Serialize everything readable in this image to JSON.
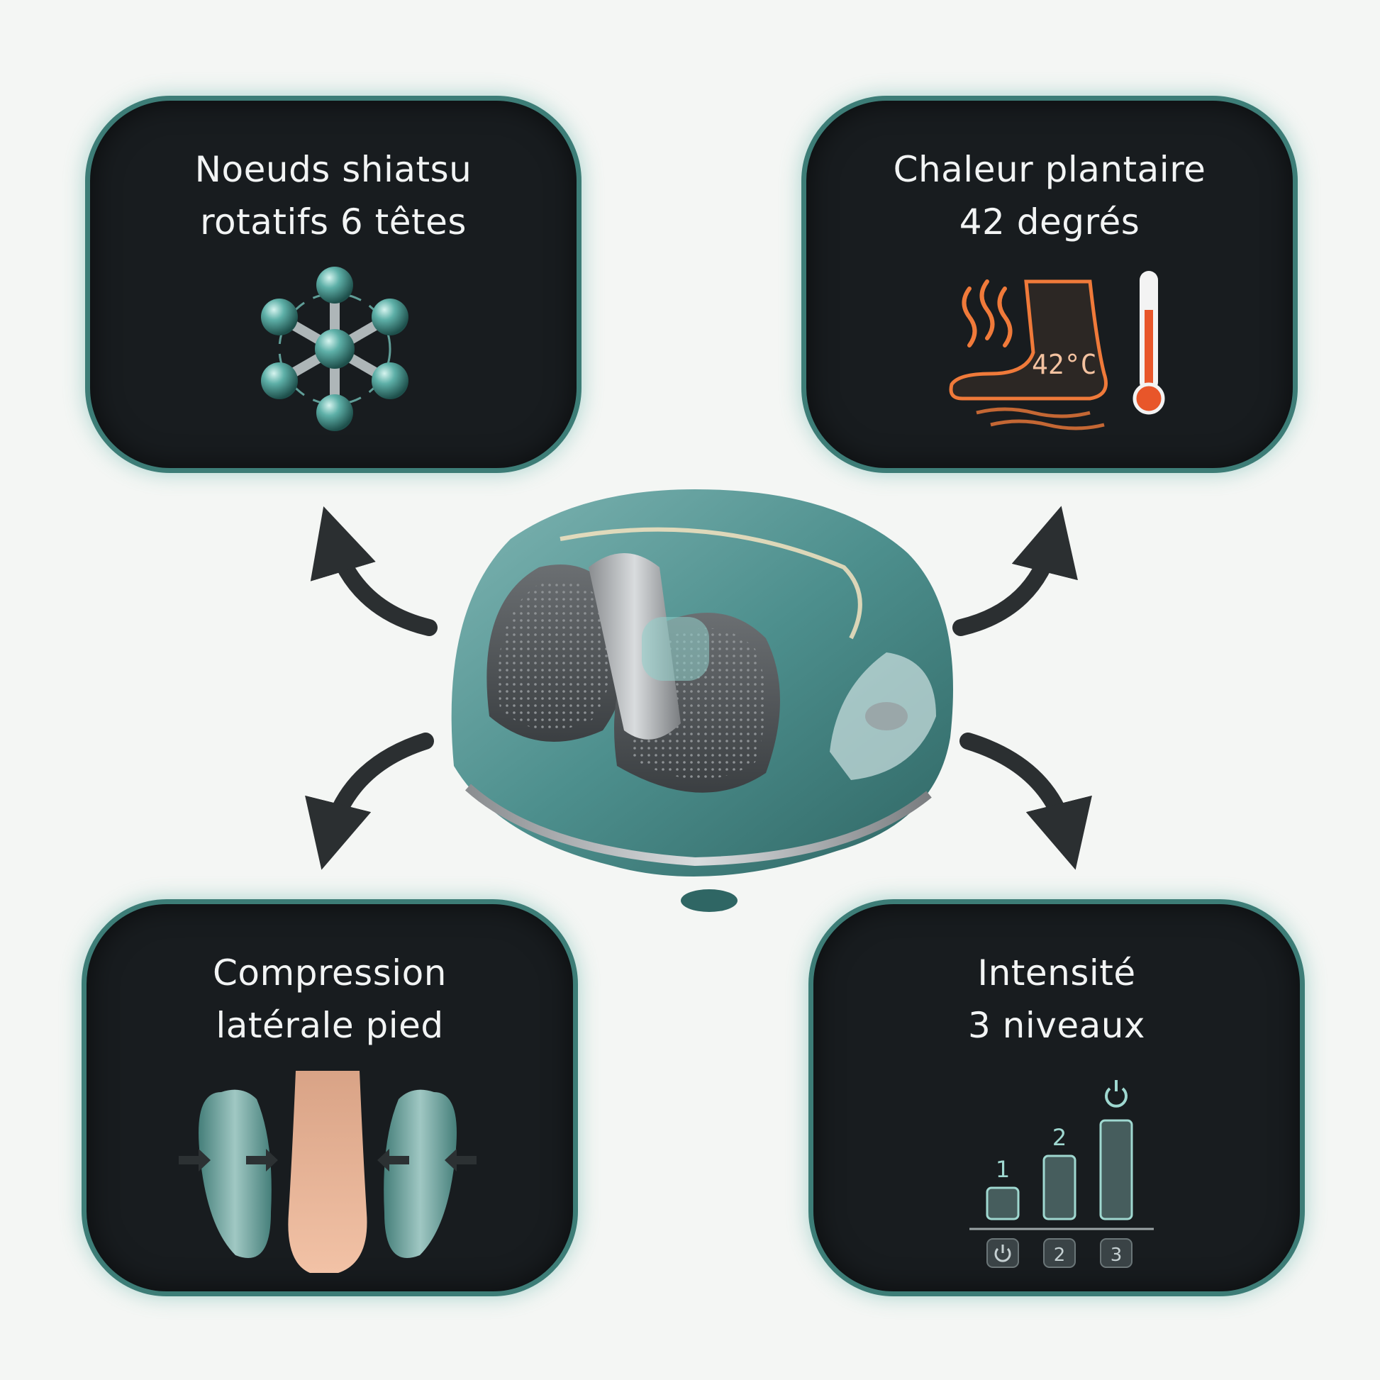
{
  "features": {
    "shiatsu": {
      "title_line1": "Noeuds shiatsu",
      "title_line2": "rotatifs 6 têtes"
    },
    "heat": {
      "title_line1": "Chaleur plantaire",
      "title_line2": "42 degrés",
      "display_reading": "42°C"
    },
    "compression": {
      "title_line1": "Compression",
      "title_line2": "latérale pied"
    },
    "intensity": {
      "title_line1": "Intensité",
      "title_line2": "3 niveaux",
      "level_labels": [
        "1",
        "2"
      ],
      "button_labels": [
        "2",
        "3"
      ],
      "power_icon": "power-icon"
    }
  },
  "colors": {
    "panel_bg": "#181c1f",
    "panel_border": "#3d7d77",
    "device_teal": "#4d8f8d",
    "heat_orange": "#f07a3a",
    "glow_teal": "#7fd6cc"
  }
}
